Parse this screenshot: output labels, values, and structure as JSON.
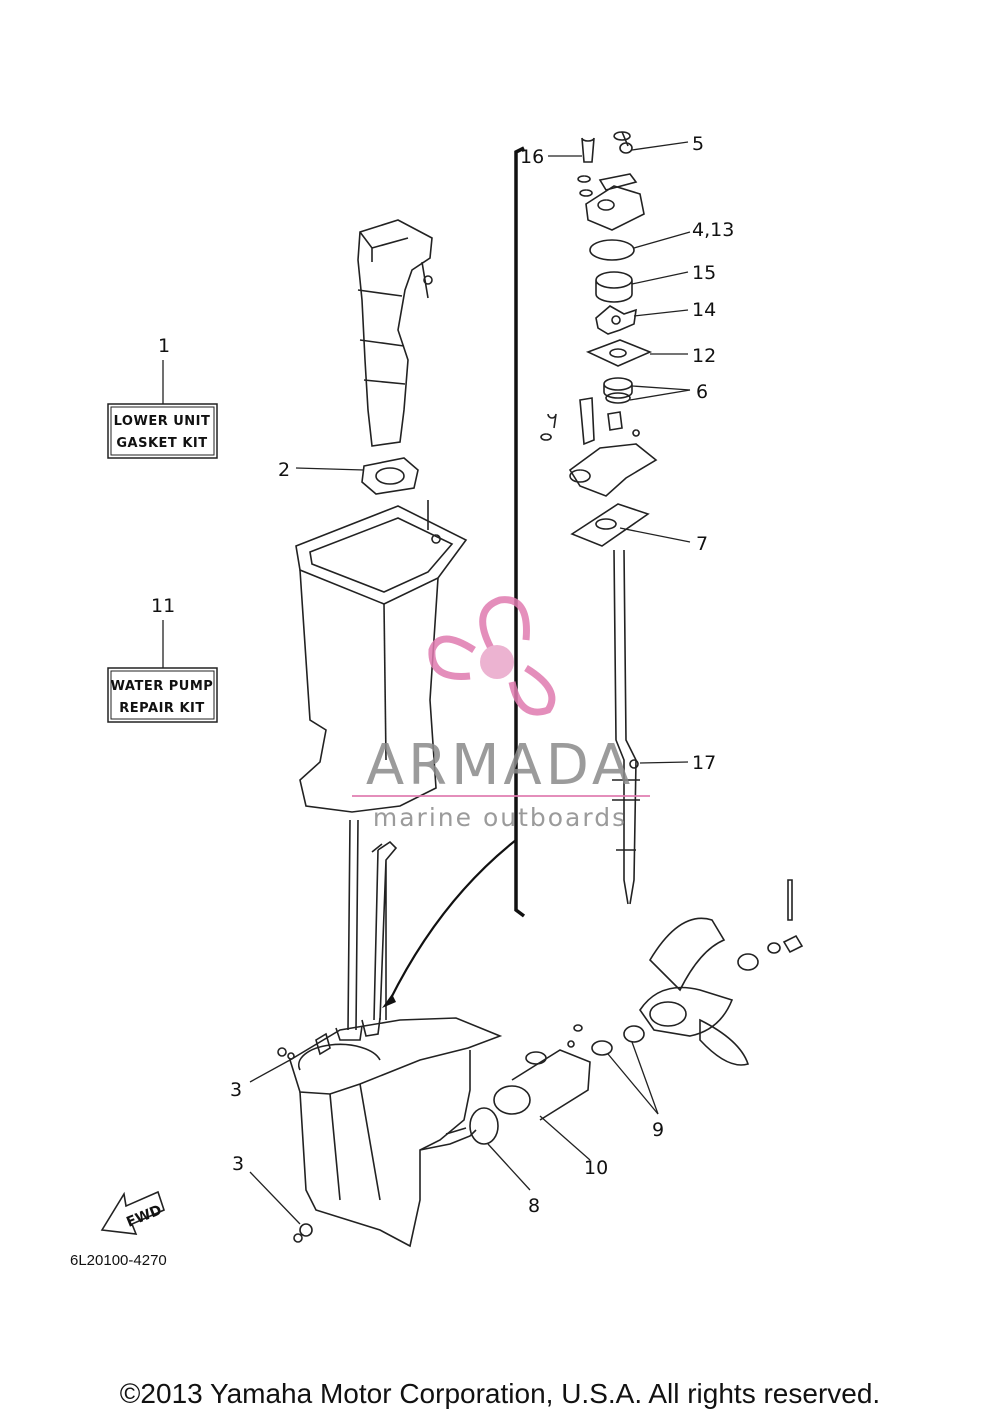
{
  "diagram": {
    "part_code": "6L20100-4270",
    "kits": [
      {
        "number": "1",
        "line1": "LOWER UNIT",
        "line2": "GASKET KIT"
      },
      {
        "number": "11",
        "line1": "WATER PUMP",
        "line2": "REPAIR KIT"
      }
    ],
    "callouts": {
      "c2": "2",
      "c3a": "3",
      "c3b": "3",
      "c4": "4,13",
      "c5": "5",
      "c6": "6",
      "c7": "7",
      "c8": "8",
      "c9": "9",
      "c10": "10",
      "c12": "12",
      "c14": "14",
      "c15": "15",
      "c16": "16",
      "c17": "17"
    },
    "fwd_label": "FWD",
    "copyright": "©2013 Yamaha Motor Corporation, U.S.A. All rights reserved."
  },
  "watermark": {
    "title": "ARMADA",
    "subtitle": "marine outboards",
    "colors": {
      "pink": "#e07bb0",
      "gray": "#8a8a8a",
      "circle": "#e9a6c9"
    }
  },
  "colors": {
    "line": "#222222",
    "background": "#ffffff"
  }
}
